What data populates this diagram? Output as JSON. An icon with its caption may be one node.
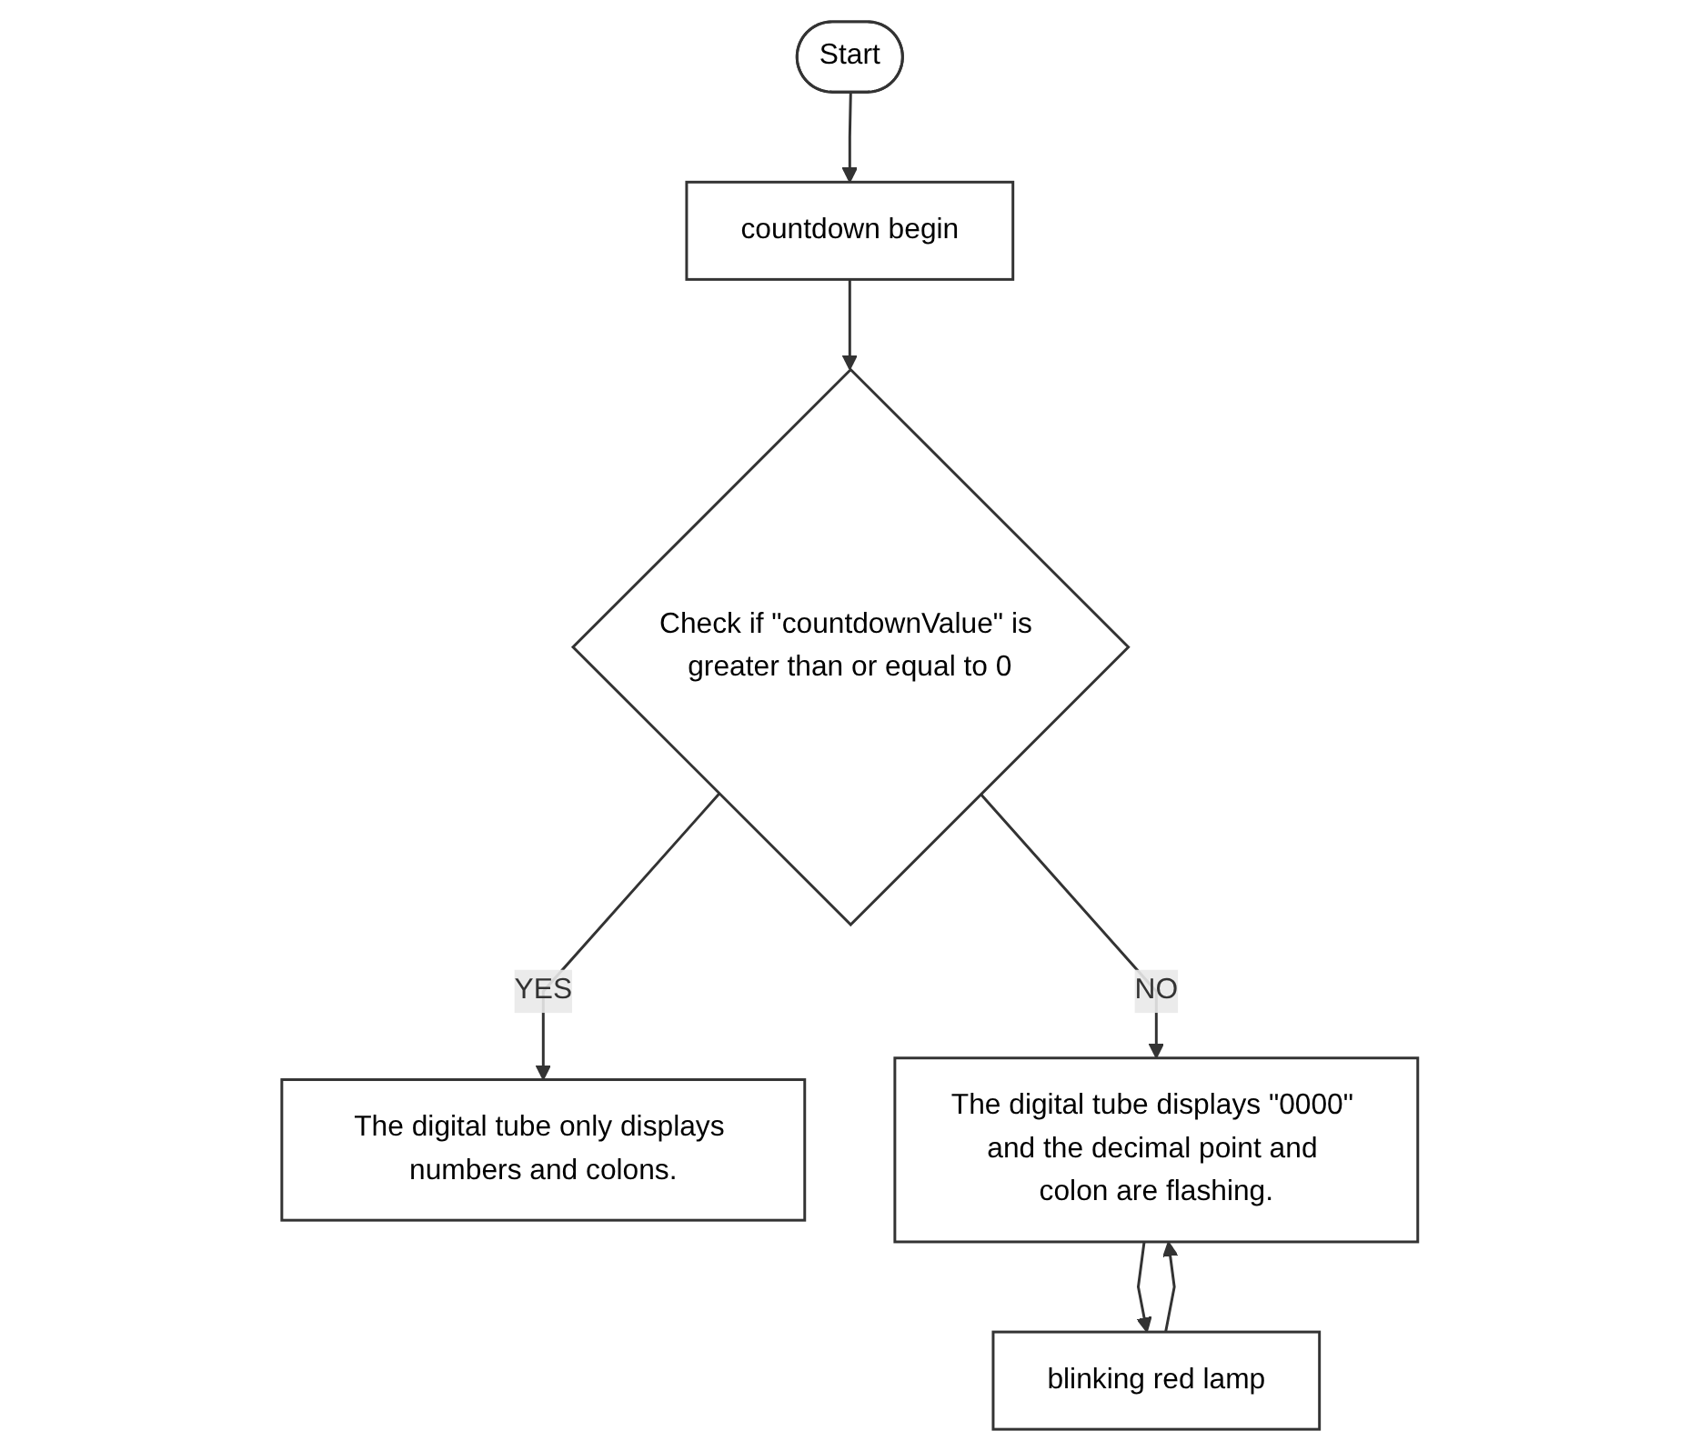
{
  "diagram": {
    "nodes": [
      {
        "text": [
          "Start"
        ]
      },
      {
        "text": [
          "countdown begin"
        ]
      },
      {
        "text": [
          "Check if \"countdownValue\" is greater than or equal to 0"
        ]
      },
      {
        "text": [
          "The digital tube only displays numbers and colons."
        ]
      },
      {
        "text": [
          "The digital tube displays \"0000\" and the decimal point and colon are flashing."
        ]
      },
      {
        "text": [
          "blinking red lamp"
        ]
      }
    ],
    "edges": [
      {
        "from": 0,
        "to": 1,
        "arrow": "to"
      },
      {
        "from": 1,
        "to": 2,
        "arrow": "to"
      },
      {
        "from": 2,
        "to": 3,
        "arrow": "to",
        "label": "YES"
      },
      {
        "from": 2,
        "to": 4,
        "arrow": "to",
        "label": "NO"
      },
      {
        "from": 4,
        "to": 5,
        "arrow": "to"
      },
      {
        "from": 5,
        "to": 4,
        "arrow": "to"
      }
    ]
  }
}
